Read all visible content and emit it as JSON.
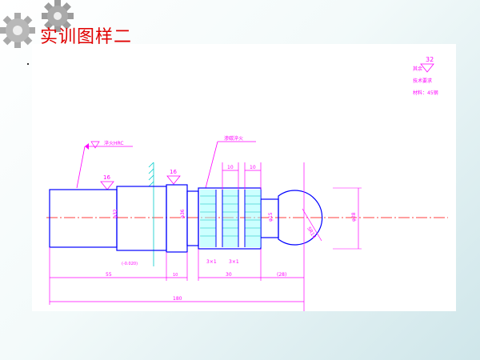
{
  "slide": {
    "title": "实训图样二"
  },
  "notes": {
    "roughness_value": "32",
    "line1": "其余",
    "line2": "技术要求",
    "line3": "材料：45钢"
  },
  "callouts": {
    "leader_left": "淬火HRC",
    "leader_center": "渗碳淬火",
    "roughness_a": "16",
    "roughness_b": "16"
  },
  "dimensions": {
    "d_left": "φ32",
    "d_mid": "φ36",
    "d_neck": "φ15",
    "d_right": "φ28",
    "sphere": "SR14",
    "w_10a": "10",
    "w_10b": "10",
    "groove1": "3×1",
    "groove2": "3×1",
    "len_55": "55",
    "len_10": "10",
    "len_30": "30",
    "len_28": "(28)",
    "total": "180",
    "tol_left": "(-0.020)"
  },
  "colors": {
    "title": "#e00000",
    "outline": "#0000ff",
    "dimension": "#ff00ff",
    "centerline": "#ff0000",
    "knurl": "#00cccc"
  },
  "icons": [
    "gear-icon",
    "gear-icon"
  ]
}
